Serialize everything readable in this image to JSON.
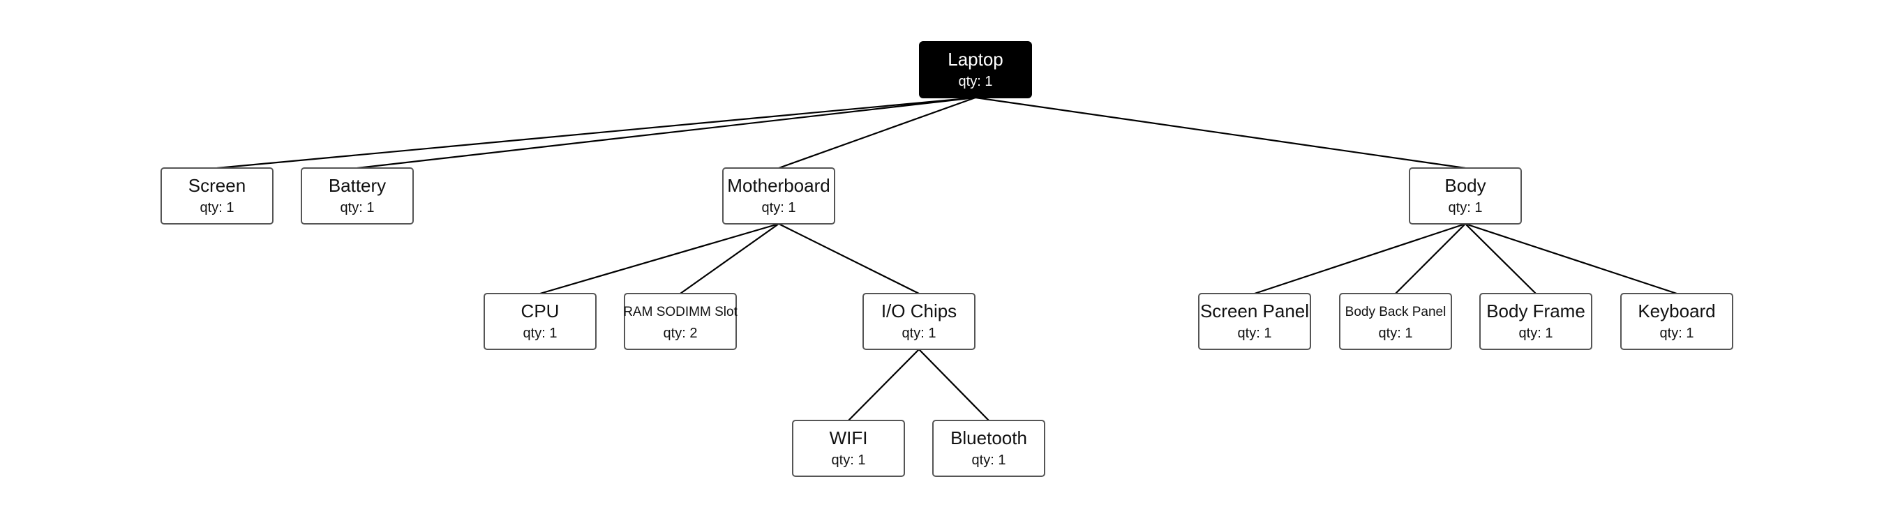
{
  "diagram": {
    "type": "tree",
    "root": "laptop",
    "nodes": [
      {
        "id": "laptop",
        "label": "Laptop",
        "qty": "qty: 1",
        "parent": null
      },
      {
        "id": "screen",
        "label": "Screen",
        "qty": "qty: 1",
        "parent": "laptop"
      },
      {
        "id": "battery",
        "label": "Battery",
        "qty": "qty: 1",
        "parent": "laptop"
      },
      {
        "id": "motherboard",
        "label": "Motherboard",
        "qty": "qty: 1",
        "parent": "laptop"
      },
      {
        "id": "body",
        "label": "Body",
        "qty": "qty: 1",
        "parent": "laptop"
      },
      {
        "id": "cpu",
        "label": "CPU",
        "qty": "qty: 1",
        "parent": "motherboard"
      },
      {
        "id": "ram",
        "label": "RAM SODIMM Slot",
        "qty": "qty: 2",
        "parent": "motherboard"
      },
      {
        "id": "io",
        "label": "I/O Chips",
        "qty": "qty: 1",
        "parent": "motherboard"
      },
      {
        "id": "wifi",
        "label": "WIFI",
        "qty": "qty: 1",
        "parent": "io"
      },
      {
        "id": "bluetooth",
        "label": "Bluetooth",
        "qty": "qty: 1",
        "parent": "io"
      },
      {
        "id": "screen_panel",
        "label": "Screen Panel",
        "qty": "qty: 1",
        "parent": "body"
      },
      {
        "id": "body_back_panel",
        "label": "Body Back Panel",
        "qty": "qty: 1",
        "parent": "body"
      },
      {
        "id": "body_frame",
        "label": "Body Frame",
        "qty": "qty: 1",
        "parent": "body"
      },
      {
        "id": "keyboard",
        "label": "Keyboard",
        "qty": "qty: 1",
        "parent": "body"
      }
    ]
  }
}
